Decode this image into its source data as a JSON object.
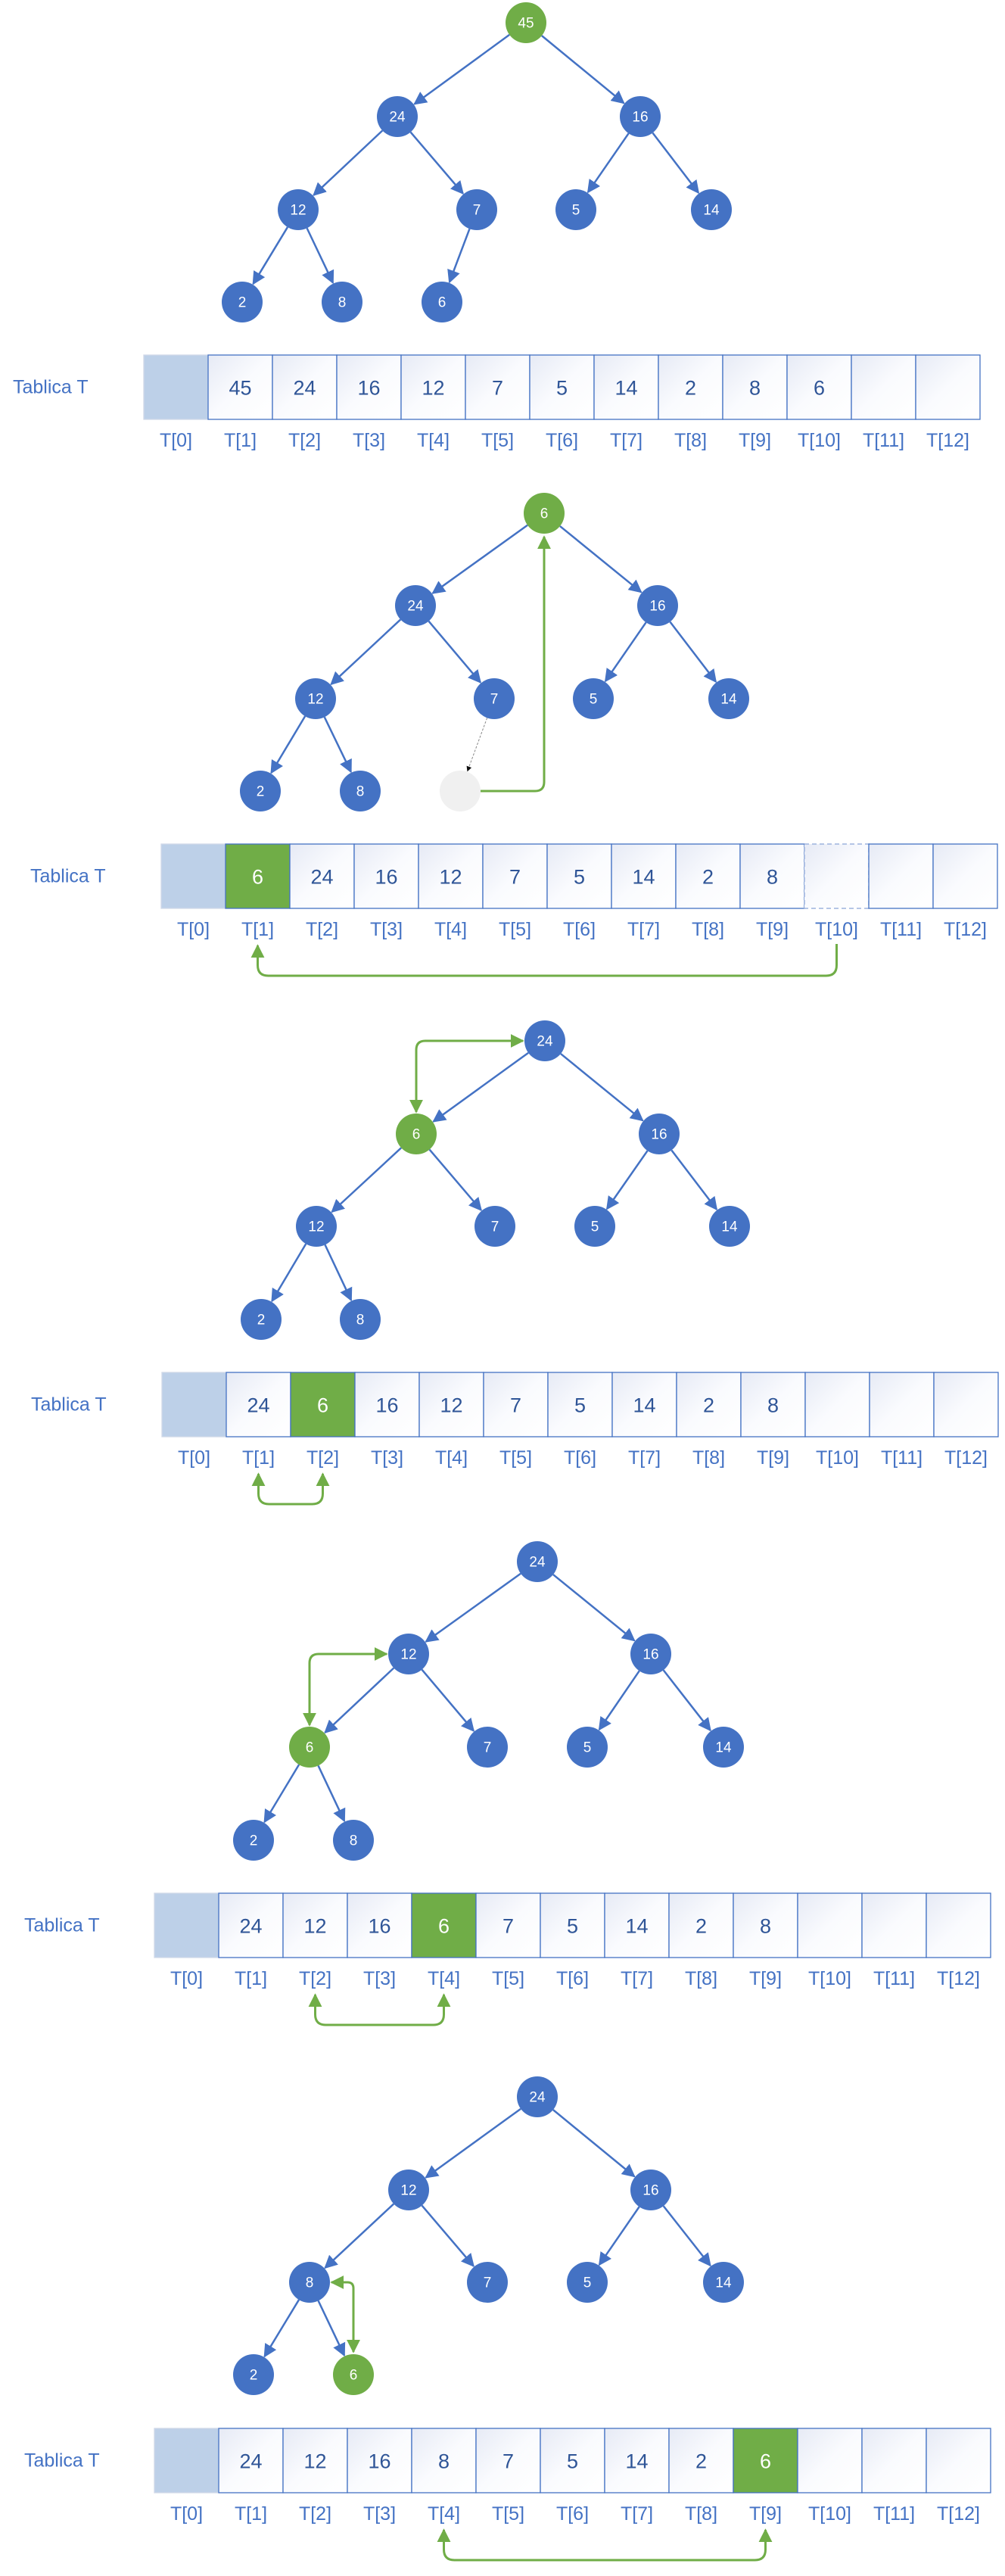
{
  "colors": {
    "node_blue": "#4472C4",
    "node_green": "#70AD47",
    "ghost": "#F0F0F0",
    "cell_border": "#4472C4",
    "t0_fill": "#BDD0E8",
    "text_blue": "#4472C4",
    "arrow_green": "#70AD47"
  },
  "table_label": "Tablica T",
  "index_labels": [
    "T[0]",
    "T[1]",
    "T[2]",
    "T[3]",
    "T[4]",
    "T[5]",
    "T[6]",
    "T[7]",
    "T[8]",
    "T[9]",
    "T[10]",
    "T[11]",
    "T[12]"
  ],
  "steps": [
    {
      "id": "step-1",
      "heap": [
        "",
        "45",
        "24",
        "16",
        "12",
        "7",
        "5",
        "14",
        "2",
        "8",
        "6",
        "",
        ""
      ],
      "highlight_nodes": [
        1
      ],
      "highlight_cells": [],
      "dashed_cells": [],
      "ghost_nodes": [],
      "description": "initial max-heap"
    },
    {
      "id": "step-2",
      "heap": [
        "",
        "6",
        "24",
        "16",
        "12",
        "7",
        "5",
        "14",
        "2",
        "8",
        "",
        "",
        ""
      ],
      "highlight_nodes": [
        1
      ],
      "highlight_cells": [
        1
      ],
      "dashed_cells": [
        10
      ],
      "ghost_nodes": [
        10
      ],
      "move": {
        "from": 10,
        "to": 1
      },
      "description": "last element moved to root"
    },
    {
      "id": "step-3",
      "heap": [
        "",
        "24",
        "6",
        "16",
        "12",
        "7",
        "5",
        "14",
        "2",
        "8",
        "",
        "",
        ""
      ],
      "highlight_nodes": [
        2
      ],
      "highlight_cells": [
        2
      ],
      "dashed_cells": [],
      "ghost_nodes": [],
      "swap": [
        1,
        2
      ],
      "description": "swap T[1] and T[2]"
    },
    {
      "id": "step-4",
      "heap": [
        "",
        "24",
        "12",
        "16",
        "6",
        "7",
        "5",
        "14",
        "2",
        "8",
        "",
        "",
        ""
      ],
      "highlight_nodes": [
        4
      ],
      "highlight_cells": [
        4
      ],
      "dashed_cells": [],
      "ghost_nodes": [],
      "swap": [
        2,
        4
      ],
      "description": "swap T[2] and T[4]"
    },
    {
      "id": "step-5",
      "heap": [
        "",
        "24",
        "12",
        "16",
        "8",
        "7",
        "5",
        "14",
        "2",
        "6",
        "",
        "",
        ""
      ],
      "highlight_nodes": [
        9
      ],
      "highlight_cells": [
        9
      ],
      "dashed_cells": [],
      "ghost_nodes": [],
      "swap": [
        4,
        9
      ],
      "description": "swap T[4] and T[9]"
    }
  ]
}
